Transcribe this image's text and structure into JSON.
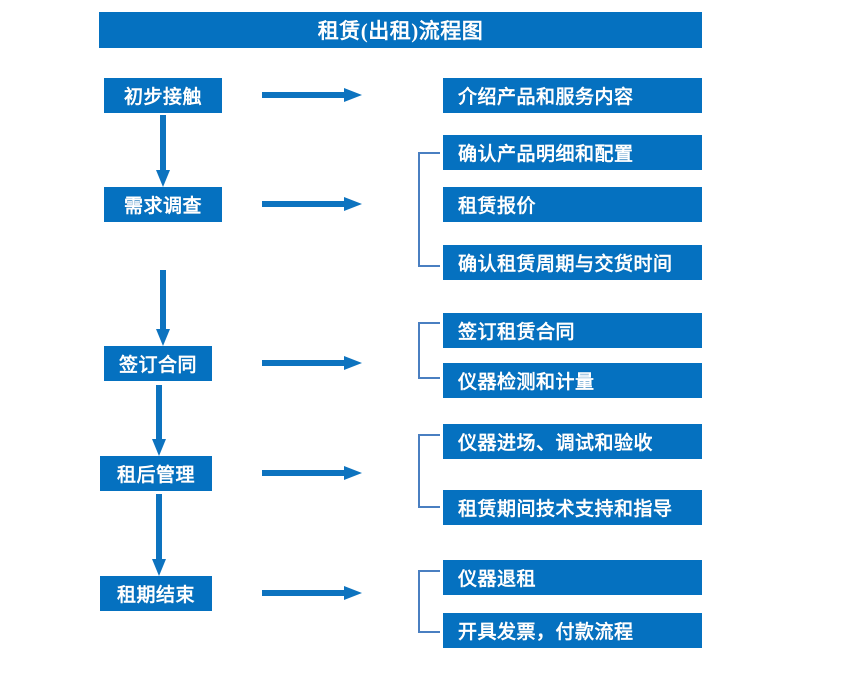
{
  "title": {
    "text": "租赁(出租)流程图",
    "color": "#0571c0"
  },
  "theme": {
    "box_fill": "#0571c0",
    "box_text": "#ffffff",
    "arrow_color": "#0d73bf",
    "bracket_color": "#4a7fc1",
    "background": "#ffffff"
  },
  "stages": [
    {
      "label": "初步接触"
    },
    {
      "label": "需求调查"
    },
    {
      "label": "签订合同"
    },
    {
      "label": "租后管理"
    },
    {
      "label": "租期结束"
    }
  ],
  "details": {
    "group1": [
      {
        "label": "介绍产品和服务内容"
      }
    ],
    "group2": [
      {
        "label": "确认产品明细和配置"
      },
      {
        "label": "租赁报价"
      },
      {
        "label": "确认租赁周期与交货时间"
      }
    ],
    "group3": [
      {
        "label": "签订租赁合同"
      },
      {
        "label": "仪器检测和计量"
      }
    ],
    "group4": [
      {
        "label": "仪器进场、调试和验收"
      },
      {
        "label": "租赁期间技术支持和指导"
      }
    ],
    "group5": [
      {
        "label": "仪器退租"
      },
      {
        "label": "开具发票，付款流程"
      }
    ]
  }
}
